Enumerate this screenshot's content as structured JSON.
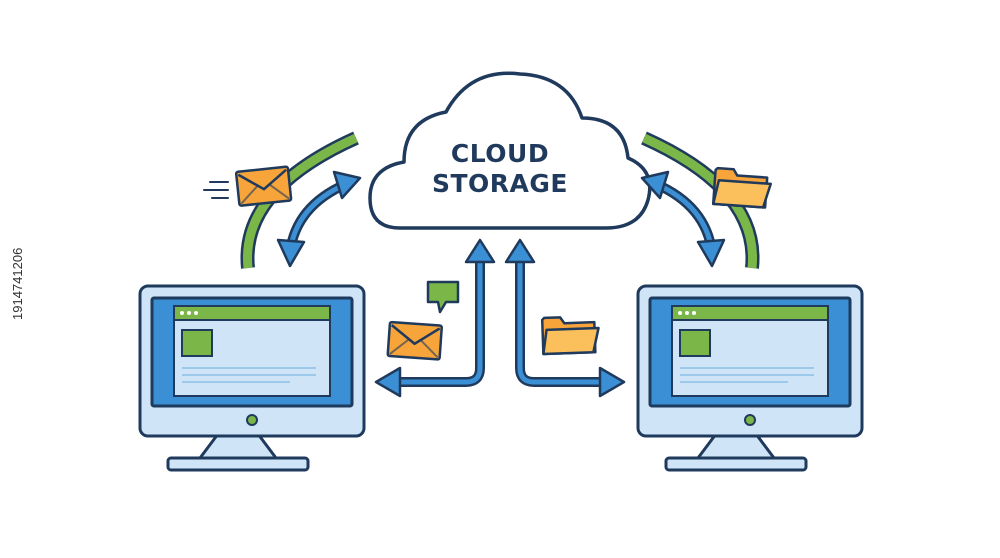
{
  "cloud": {
    "line1": "CLOUD",
    "line2": "STORAGE"
  },
  "stock_id": "1914741206",
  "colors": {
    "outline": "#1f3a5c",
    "blue": "#3b8fd4",
    "light_blue": "#cfe5f7",
    "green": "#7ab648",
    "orange": "#f7a43b",
    "white": "#ffffff"
  },
  "icons": [
    "cloud-icon",
    "envelope-icon",
    "folder-icon",
    "chat-bubble-icon",
    "monitor-icon",
    "double-arrow-icon"
  ]
}
